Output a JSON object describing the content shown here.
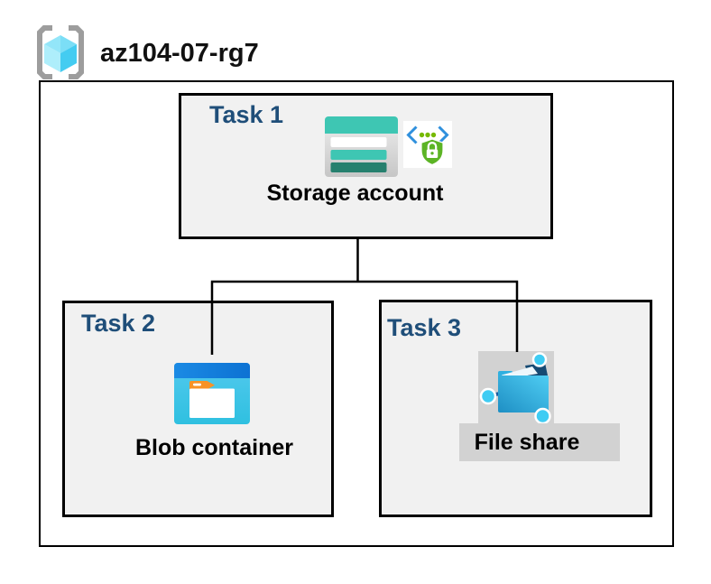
{
  "title": {
    "resource_group": "az104-07-rg7"
  },
  "diagram": {
    "tasks": [
      {
        "label": "Task 1",
        "node_label": "Storage account",
        "icons": [
          "storage-account-icon",
          "secure-access-icon"
        ]
      },
      {
        "label": "Task 2",
        "node_label": "Blob container",
        "icons": [
          "blob-container-icon"
        ]
      },
      {
        "label": "Task 3",
        "node_label": "File share",
        "icons": [
          "file-share-icon"
        ]
      }
    ],
    "connections": [
      {
        "from": "Storage account",
        "to": "Blob container"
      },
      {
        "from": "Storage account",
        "to": "File share"
      }
    ]
  },
  "icons": {
    "resource_group": "resource-group-icon",
    "storage_account": "storage-account-icon",
    "secure_access": "secure-access-icon",
    "blob_container": "blob-container-icon",
    "file_share": "file-share-icon"
  },
  "colors": {
    "task_label_navy": "#1f4e79",
    "task_box_fill": "#f1f1f1",
    "box_border": "#000000",
    "highlight_gray": "#d2d2d2",
    "storage_teal": "#3ec6b3",
    "storage_teal_dark": "#26806e",
    "azure_blue": "#1181dd",
    "cyan_body": "#3fccf3",
    "folder_orange": "#f79226",
    "shield_green": "#5cb425",
    "bracket_gray": "#9d9d9d",
    "connector": "#000000"
  }
}
